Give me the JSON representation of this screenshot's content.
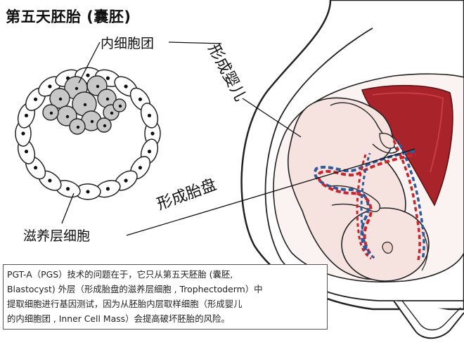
{
  "title": "第五天胚胎 (囊胚)",
  "labels": {
    "inner_cell_mass": "内细胞团",
    "form_baby": "形成婴儿",
    "form_placenta": "形成胎盘",
    "trophectoderm": "滋养层细胞"
  },
  "caption": {
    "line1": "PGT-A（PGS）技术的问题在于，它只从第五天胚胎 (囊胚,",
    "line2": "Blastocyst) 外层（形成胎盘的滋养层细胞 , Trophectoderm）中",
    "line3": "提取细胞进行基因测试，因为从胚胎内层取样细胞（形成婴儿",
    "line4": "的内细胞团 , Inner Cell Mass）会提高破坏胚胎的风险。"
  },
  "colors": {
    "icm_fill": "#c8c8c8",
    "trophectoderm_fill": "#ffffff",
    "placenta": "#a8232a",
    "artery": "#c8242a",
    "vein": "#2f5a9c",
    "skin": "#f6e3df",
    "outline": "#222222"
  }
}
